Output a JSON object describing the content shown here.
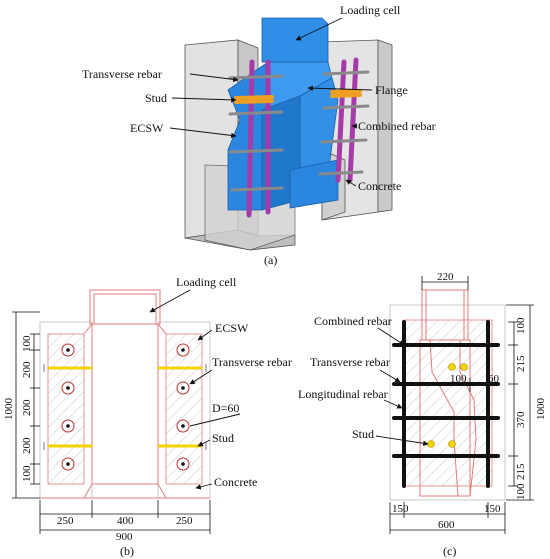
{
  "panel_a": {
    "caption": "(a)",
    "labels": {
      "loading_cell": "Loading cell",
      "transverse_rebar": "Transverse rebar",
      "stud": "Stud",
      "ecsw": "ECSW",
      "flange": "Flange",
      "combined_rebar": "Combined rebar",
      "concrete": "Concrete"
    }
  },
  "panel_b": {
    "caption": "(b)",
    "labels": {
      "loading_cell": "Loading cell",
      "ecsw": "ECSW",
      "transverse_rebar": "Transverse rebar",
      "d": "D=60",
      "stud": "Stud",
      "concrete": "Concrete"
    },
    "dims_vertical_total": "1000",
    "dims_vertical": [
      "100",
      "200",
      "200",
      "200",
      "100"
    ],
    "dims_horizontal": [
      "250",
      "400",
      "250"
    ],
    "dims_horizontal_total": "900"
  },
  "panel_c": {
    "caption": "(c)",
    "labels": {
      "combined_rebar": "Combined rebar",
      "transverse_rebar": "Transverse rebar",
      "longitudinal_rebar": "Longitudinal rebar",
      "stud": "Stud"
    },
    "dim_top": "220",
    "dims_right": [
      "100",
      "215",
      "370",
      "215",
      "100"
    ],
    "dim_right_total": "1000",
    "dim_inner_100": "100",
    "dim_inner_60": "60",
    "dims_bottom": [
      "150",
      "150"
    ],
    "dim_bottom_total": "600"
  },
  "colors": {
    "steel_blue": "#2f8ee6",
    "rebar_purple": "#a63aa8",
    "stud_orange": "#f0a020",
    "concrete_grey": "#d8d8d8",
    "outline_red": "#e37b7b",
    "stud_yellow": "#f2d400"
  }
}
